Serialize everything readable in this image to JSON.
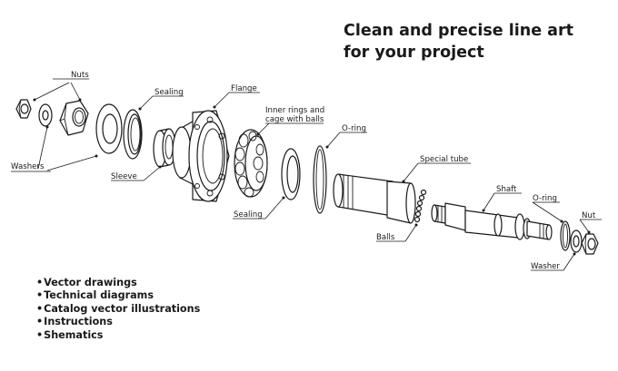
{
  "headline": {
    "line1": "Clean and precise line art",
    "line2": "for your project"
  },
  "bullets": [
    "Vector drawings",
    "Technical diagrams",
    "Catalog vector illustrations",
    "Instructions",
    "Shematics"
  ],
  "labels": {
    "nuts": "Nuts",
    "washers": "Washers",
    "sealing_top": "Sealing",
    "flange": "Flange",
    "sleeve": "Sleeve",
    "inner_rings_1": "Inner rings and",
    "inner_rings_2": "cage with balls",
    "oring_top": "O-ring",
    "sealing_bottom": "Sealing",
    "special_tube": "Special tube",
    "balls": "Balls",
    "shaft": "Shaft",
    "oring_right": "O-ring",
    "nut": "Nut",
    "washer": "Washer"
  },
  "colors": {
    "ink": "#1a1a1a",
    "background": "#ffffff"
  }
}
